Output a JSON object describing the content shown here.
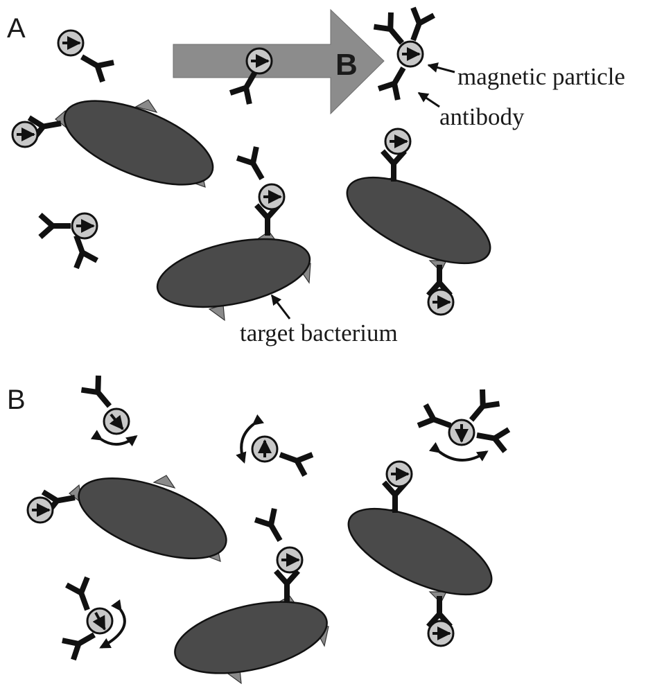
{
  "panels": {
    "a_label": "A",
    "b_label": "B"
  },
  "field_arrow": {
    "label": "B"
  },
  "callouts": {
    "magnetic_particle": "magnetic particle",
    "antibody": "antibody",
    "target_bacterium": "target bacterium"
  },
  "colors": {
    "bacterium": "#4a4a4a",
    "antigen": "#8a8a8a",
    "magnetic_particle": "#c8c8c8",
    "field_arrow": "#8c8c8c",
    "ink": "#111111"
  }
}
